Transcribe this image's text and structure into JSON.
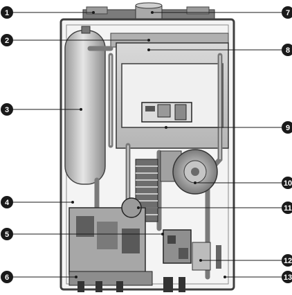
{
  "callouts": [
    {
      "number": "1"
    },
    {
      "number": "2"
    },
    {
      "number": "3"
    },
    {
      "number": "4"
    },
    {
      "number": "5"
    },
    {
      "number": "6"
    },
    {
      "number": "7"
    },
    {
      "number": "8"
    },
    {
      "number": "9"
    },
    {
      "number": "10"
    },
    {
      "number": "11"
    },
    {
      "number": "12"
    },
    {
      "number": "13"
    }
  ],
  "colors": {
    "background": "#ffffff",
    "casing": "#5a5a5a",
    "tank": "#cfcfcf",
    "heat_exchanger": "#bdbdbd",
    "fan": "#9c9c9c",
    "pipes": "#8a8a8a",
    "callout_badge": "#1a1a1a",
    "callout_line": "#1a1a1a"
  }
}
